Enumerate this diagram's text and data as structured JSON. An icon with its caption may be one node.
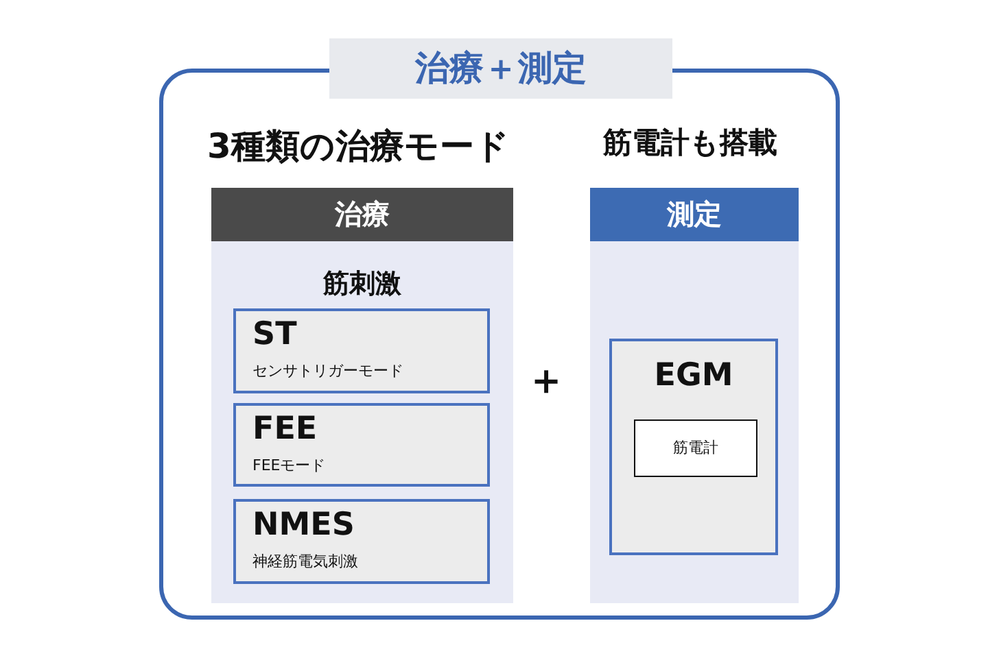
{
  "diagram": {
    "nodes": [
      {
        "text": [
          "治療＋測定"
        ]
      },
      {
        "text": [
          "治療",
          "筋刺激"
        ],
        "beside": [
          "3種類の治療モード"
        ],
        "in": 0
      },
      {
        "text": [
          "ST",
          "センサトリガーモード"
        ],
        "in": 1
      },
      {
        "text": [
          "FEE",
          "FEEモード"
        ],
        "in": 1
      },
      {
        "text": [
          "NMES",
          "神経筋電気刺激"
        ],
        "in": 1
      },
      {
        "text": [
          "測定"
        ],
        "beside": [
          "筋電計も搭載"
        ],
        "in": 0
      },
      {
        "text": [
          "EGM"
        ],
        "in": 5
      },
      {
        "text": [
          "筋電計"
        ],
        "in": 6
      }
    ],
    "edges": [],
    "labels": [
      "＋"
    ]
  }
}
